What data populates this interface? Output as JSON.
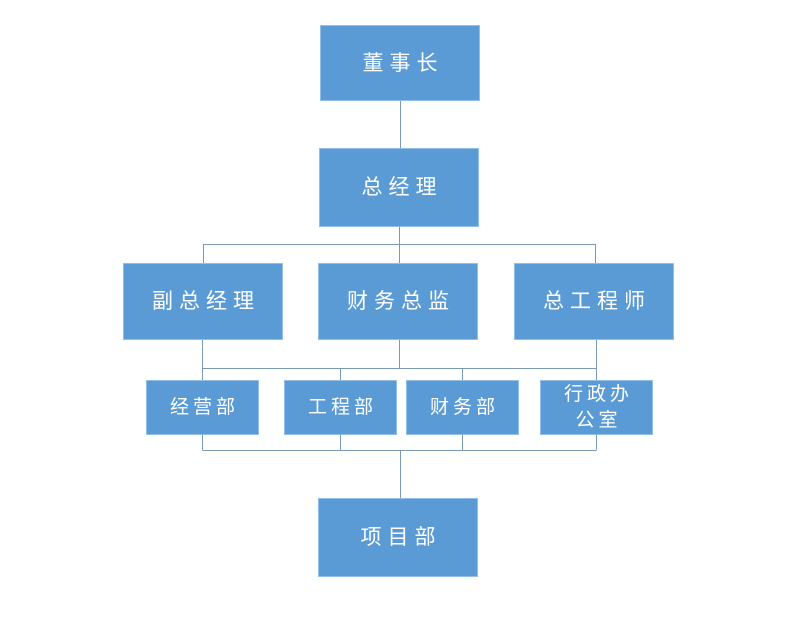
{
  "nodes": {
    "chairman": {
      "label": "董事长"
    },
    "general_manager": {
      "label": "总经理"
    },
    "deputy_general_manager": {
      "label": "副总经理"
    },
    "finance_director": {
      "label": "财务总监"
    },
    "chief_engineer": {
      "label": "总工程师"
    },
    "operations_dept": {
      "label": "经营部"
    },
    "engineering_dept": {
      "label": "工程部"
    },
    "finance_dept": {
      "label": "财务部"
    },
    "admin_office": {
      "label": "行政办\n公室"
    },
    "project_dept": {
      "label": "项目部"
    }
  },
  "edges": [
    {
      "from": "chairman",
      "to": "general_manager"
    },
    {
      "from": "general_manager",
      "to": "deputy_general_manager"
    },
    {
      "from": "general_manager",
      "to": "finance_director"
    },
    {
      "from": "general_manager",
      "to": "chief_engineer"
    },
    {
      "from": "level2_group",
      "to": "operations_dept"
    },
    {
      "from": "level2_group",
      "to": "engineering_dept"
    },
    {
      "from": "level2_group",
      "to": "finance_dept"
    },
    {
      "from": "level2_group",
      "to": "admin_office"
    },
    {
      "from": "level3_group",
      "to": "project_dept"
    }
  ],
  "colors": {
    "background": "#ffffff",
    "node_fill": "#5b9bd5",
    "node_border": "#92bfe8",
    "node_text": "#ffffff",
    "connector": "#7a99b5"
  }
}
